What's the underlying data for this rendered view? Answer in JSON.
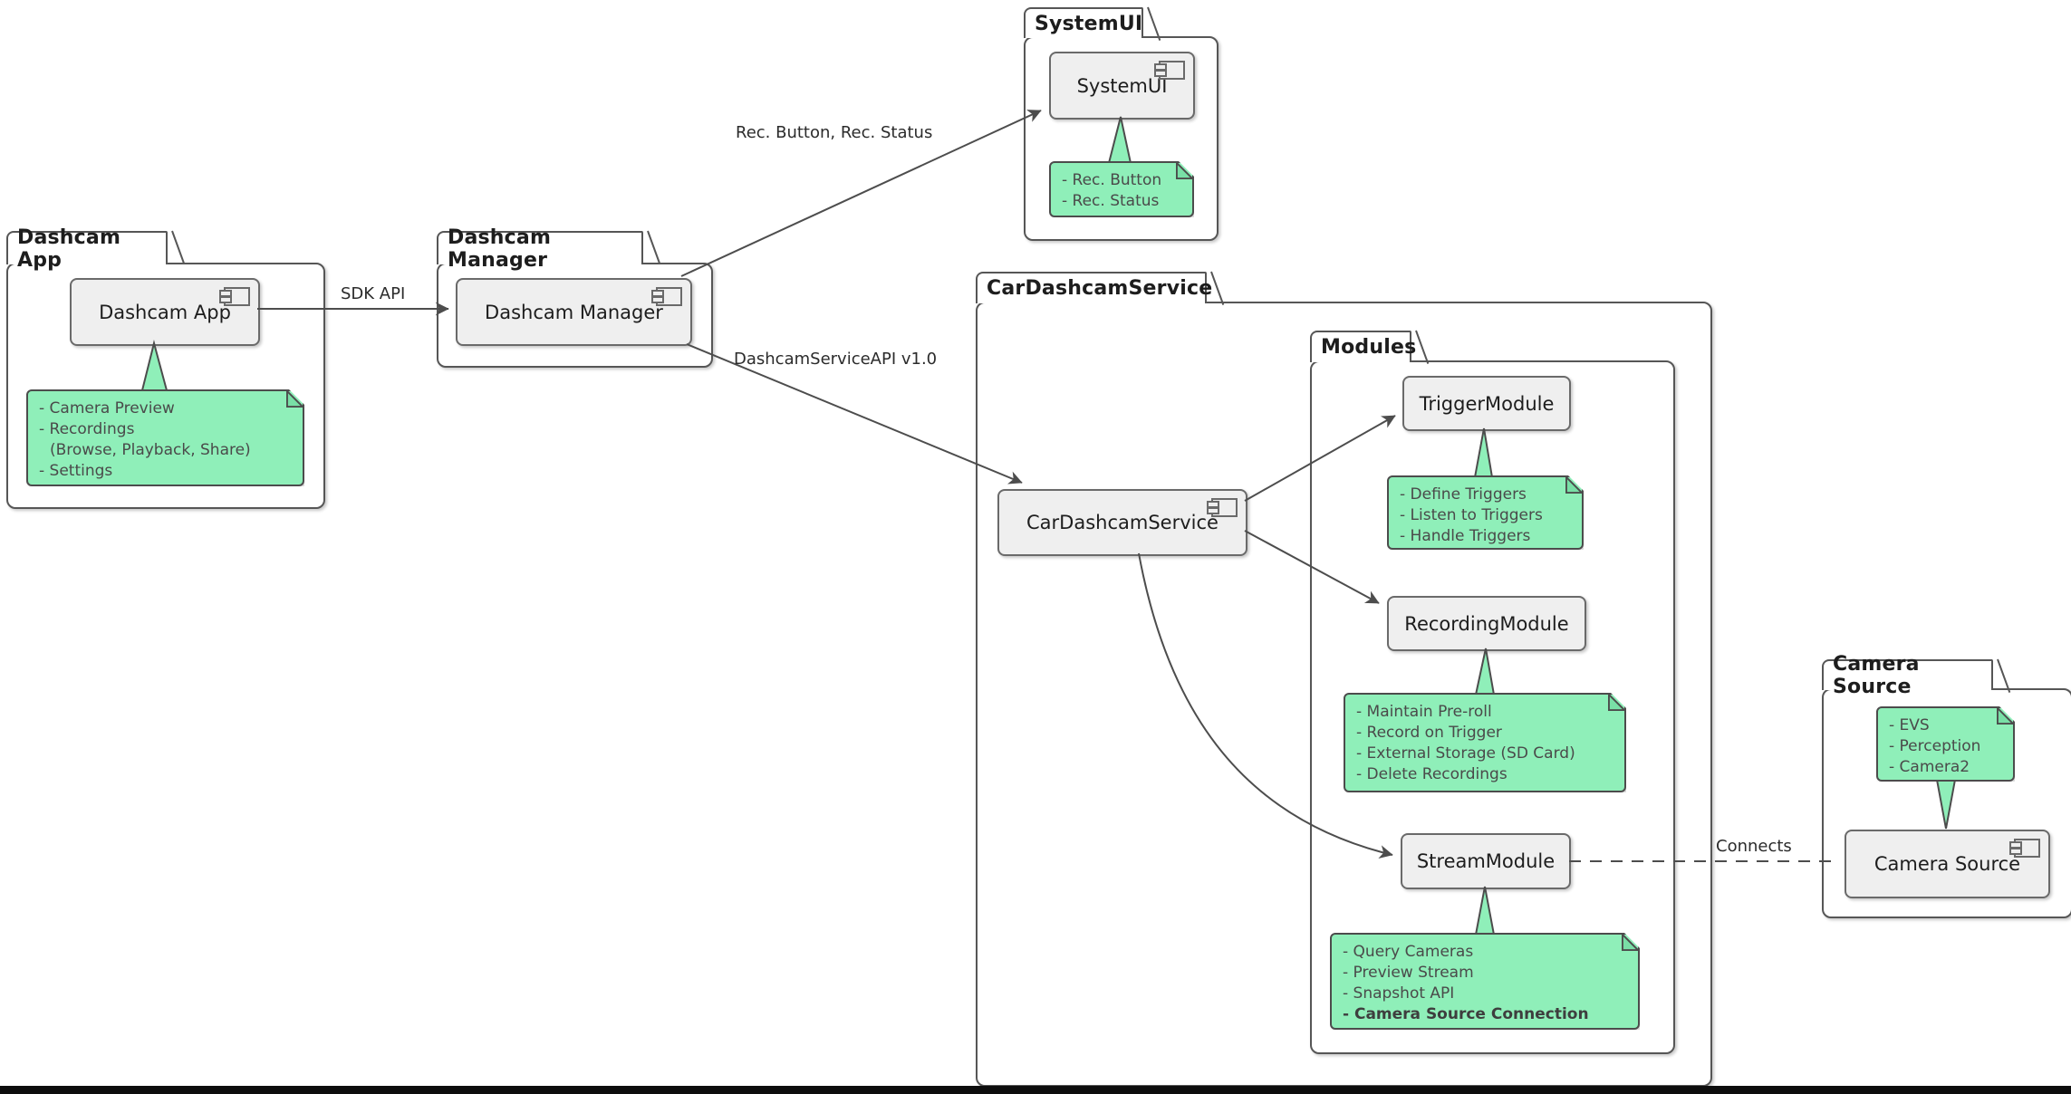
{
  "diagram_title": "Dashcam architecture component diagram",
  "colors": {
    "note_fill": "#8FEFB9",
    "note_border": "#4C4C4C",
    "component_fill": "#EFEFEF",
    "component_border": "#6A6A6A",
    "package_border": "#565656",
    "line": "#4D4D4D",
    "text": "#1D1D1D",
    "note_text": "#4A4A4A",
    "bottom_bar": "#0D0D0D"
  },
  "packages": {
    "dashcam_app": {
      "title": "Dashcam App",
      "component": "Dashcam App",
      "note": [
        "- Camera Preview",
        "- Recordings",
        "(Browse, Playback, Share)",
        "- Settings"
      ]
    },
    "dashcam_manager": {
      "title": "Dashcam Manager",
      "component": "Dashcam Manager"
    },
    "systemui": {
      "title": "SystemUI",
      "component": "SystemUI",
      "note": [
        "- Rec. Button",
        "- Rec. Status"
      ]
    },
    "cardashcamservice": {
      "title": "CarDashcamService",
      "component": "CarDashcamService"
    },
    "modules": {
      "title": "Modules",
      "trigger_module": {
        "component": "TriggerModule",
        "note": [
          "- Define Triggers",
          "- Listen to Triggers",
          "- Handle Triggers"
        ]
      },
      "recording_module": {
        "component": "RecordingModule",
        "note": [
          "- Maintain Pre-roll",
          "- Record on Trigger",
          "- External Storage (SD Card)",
          "- Delete Recordings"
        ]
      },
      "stream_module": {
        "component": "StreamModule",
        "note": [
          "- Query Cameras",
          "- Preview Stream",
          "- Snapshot API",
          "- Camera Source Connection"
        ]
      }
    },
    "camera_source": {
      "title": "Camera Source",
      "component": "Camera Source",
      "note": [
        "- EVS",
        "- Perception",
        "- Camera2"
      ]
    }
  },
  "edges": {
    "sdk_api": "SDK API",
    "rec_button_status": "Rec. Button, Rec. Status",
    "dashcam_service_api": "DashcamServiceAPI v1.0",
    "connects": "Connects"
  }
}
